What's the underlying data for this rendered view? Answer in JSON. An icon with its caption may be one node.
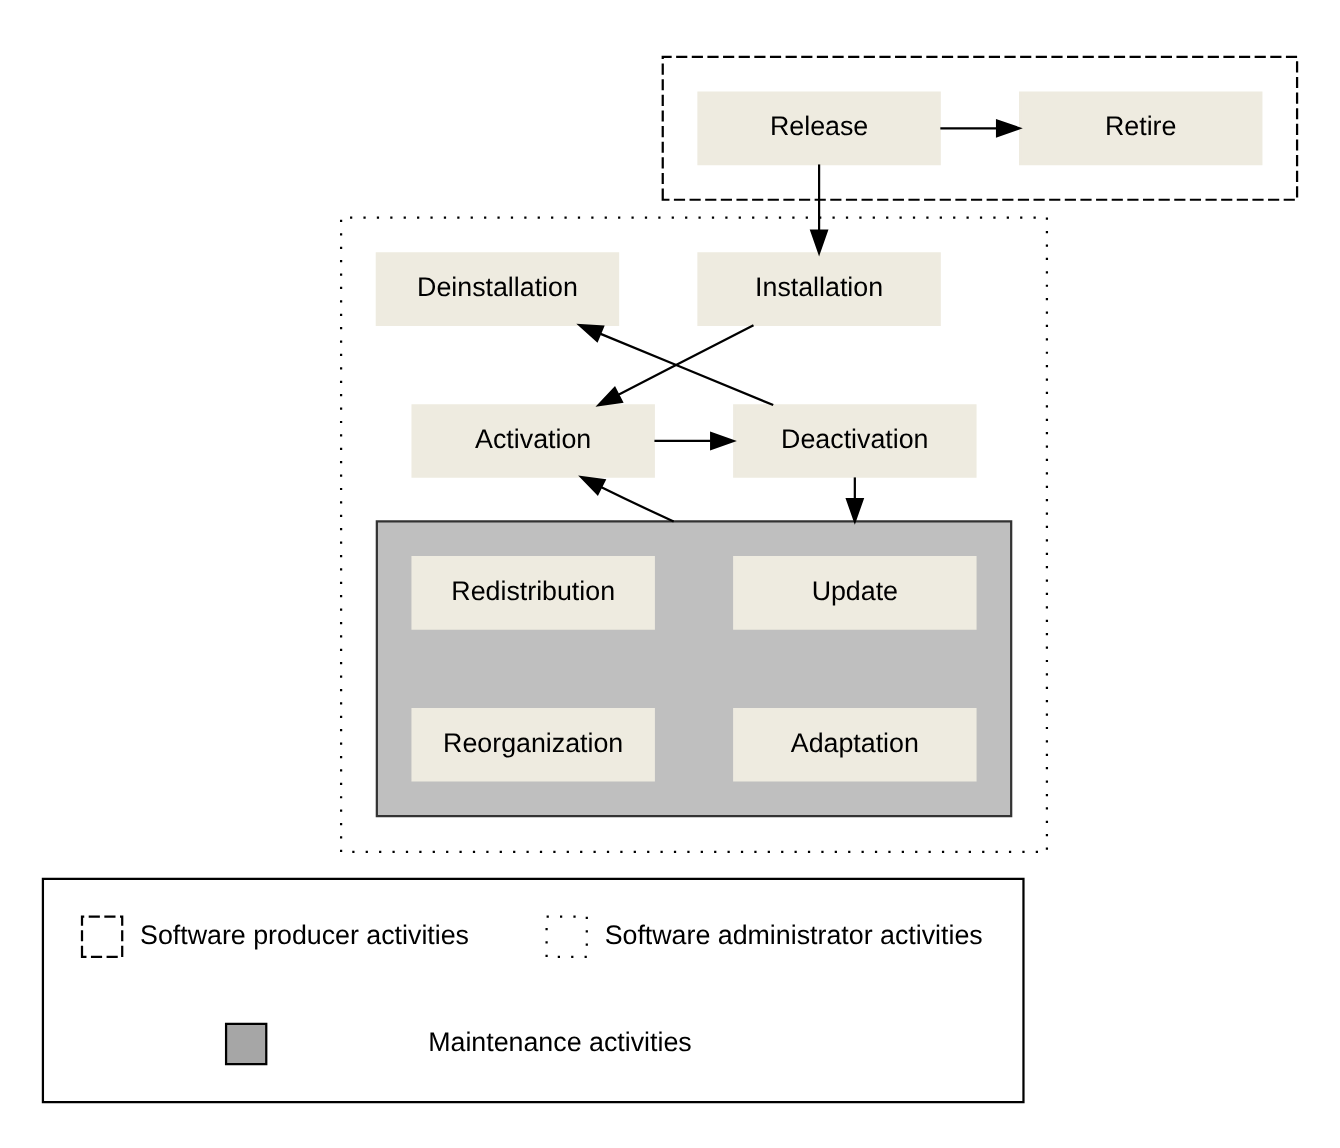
{
  "diagram": {
    "nodes": [
      {
        "text": [],
        "shape": "box"
      },
      {
        "text": [
          "Release"
        ],
        "in": 0
      },
      {
        "text": [
          "Retire"
        ],
        "in": 0
      },
      {
        "text": [],
        "shape": "box"
      },
      {
        "text": [
          "Installation"
        ],
        "in": 3
      },
      {
        "text": [
          "Deinstallation"
        ],
        "in": 3
      },
      {
        "text": [
          "Activation"
        ],
        "in": 3
      },
      {
        "text": [
          "Deactivation"
        ],
        "in": 3
      },
      {
        "text": [],
        "shape": "box",
        "in": 3
      },
      {
        "text": [
          "Update"
        ],
        "in": 8
      },
      {
        "text": [
          "Redistribution"
        ],
        "in": 8
      },
      {
        "text": [
          "Adaptation"
        ],
        "in": 8
      },
      {
        "text": [
          "Reorganization"
        ],
        "in": 8
      }
    ],
    "edges": [
      {
        "from": 1,
        "to": 2,
        "arrow": "to"
      },
      {
        "from": 1,
        "to": 4,
        "arrow": "to"
      },
      {
        "from": 4,
        "to": 6,
        "arrow": "to"
      },
      {
        "from": 6,
        "to": 7,
        "arrow": "to"
      },
      {
        "from": 7,
        "to": 5,
        "arrow": "to"
      },
      {
        "from": 7,
        "to": 8,
        "arrow": "to"
      },
      {
        "from": 8,
        "to": 6,
        "arrow": "to"
      }
    ],
    "legend": [
      {
        "text": "Software producer activities"
      },
      {
        "text": "Software administrator activities"
      },
      {
        "text": "Maintenance activities",
        "color": "#a6a6a6"
      }
    ]
  }
}
